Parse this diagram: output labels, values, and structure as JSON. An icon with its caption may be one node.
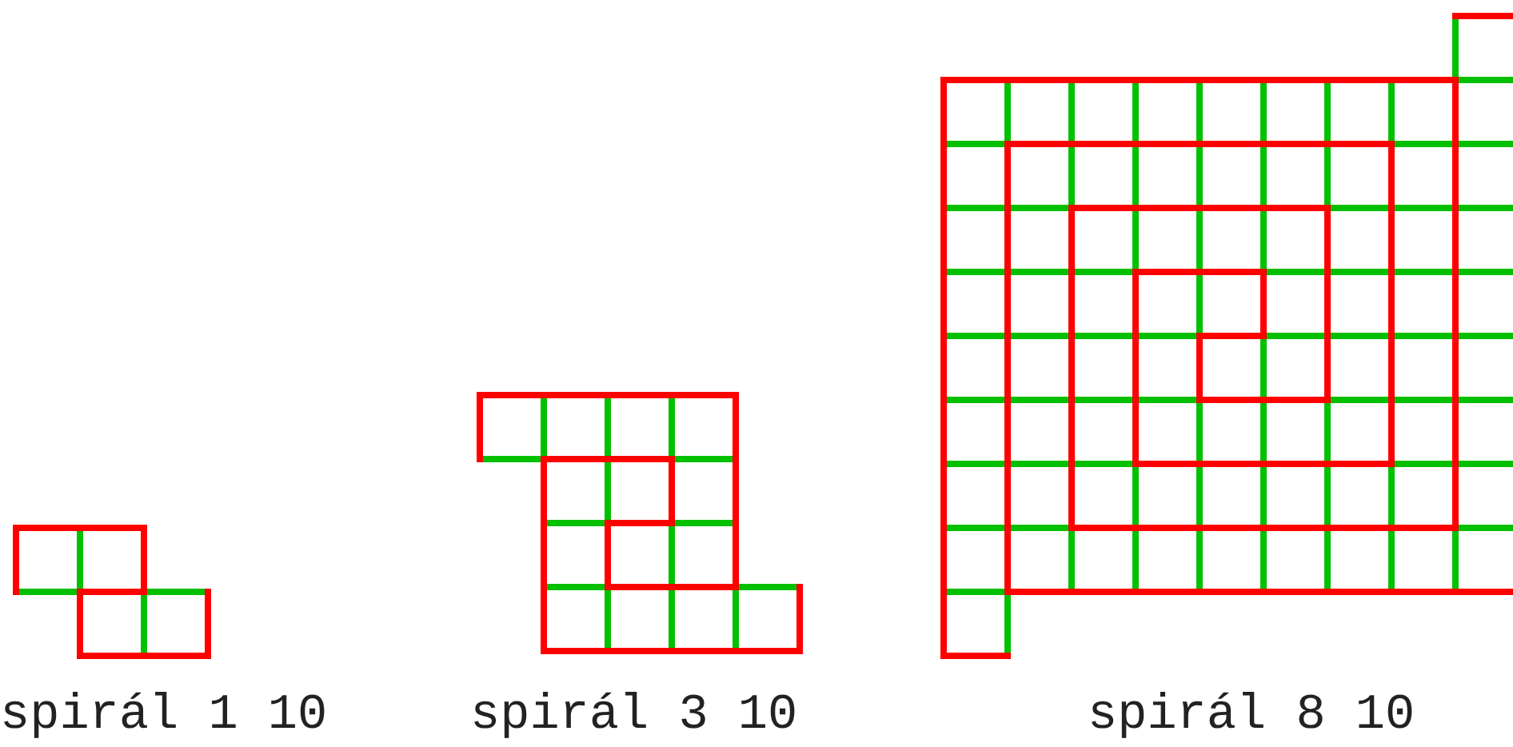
{
  "diagram": {
    "labels": [
      "spirál 1 10",
      "spirál 3 10",
      "spirál 8 10"
    ]
  }
}
